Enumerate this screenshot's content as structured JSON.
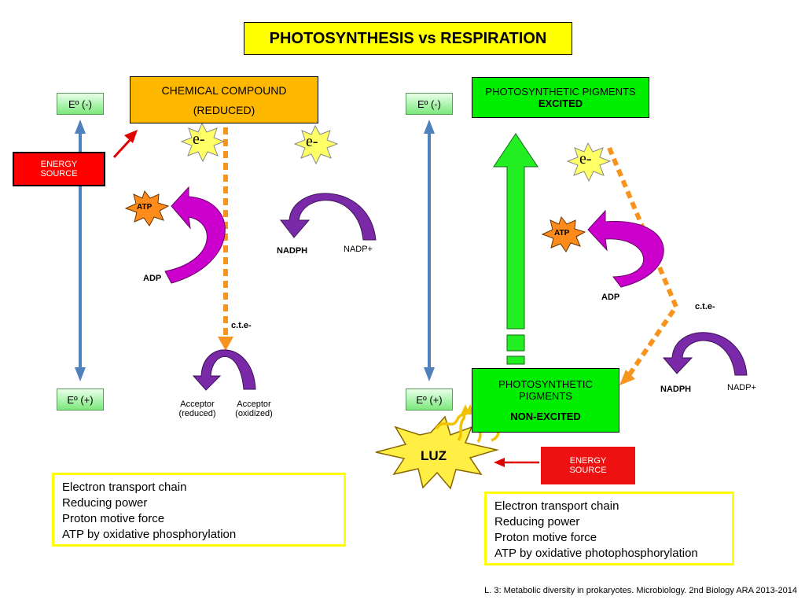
{
  "title": "PHOTOSYNTHESIS vs RESPIRATION",
  "left": {
    "eo_top": "Eº (-)",
    "eo_bottom": "Eº (+)",
    "energy_source_line1": "ENERGY",
    "energy_source_line2": "SOURCE",
    "compound_line1": "CHEMICAL COMPOUND",
    "compound_line2": "(REDUCED)",
    "electron_1": "e-",
    "electron_2": "e-",
    "atp": "ATP",
    "adp": "ADP",
    "nadph": "NADPH",
    "nadp": "NADP+",
    "cte": "c.t.e-",
    "acceptor_reduced_1": "Acceptor",
    "acceptor_reduced_2": "(reduced)",
    "acceptor_oxidized_1": "Acceptor",
    "acceptor_oxidized_2": "(oxidized)",
    "summary": [
      "Electron transport chain",
      "Reducing power",
      "Proton motive force",
      "ATP by oxidative phosphorylation"
    ]
  },
  "right": {
    "eo_top": "Eº (-)",
    "eo_bottom": "Eº (+)",
    "pigments_excited_line1": "PHOTOSYNTHETIC PIGMENTS",
    "pigments_excited_line2": "EXCITED",
    "pigments_nonexcited_line1": "PHOTOSYNTHETIC",
    "pigments_nonexcited_line2": "PIGMENTS",
    "pigments_nonexcited_line3": "NON-EXCITED",
    "electron": "e-",
    "atp": "ATP",
    "adp": "ADP",
    "cte": "c.t.e-",
    "nadph": "NADPH",
    "nadp": "NADP+",
    "luz": "LUZ",
    "energy_source_line1": "ENERGY",
    "energy_source_line2": "SOURCE",
    "summary": [
      "Electron transport chain",
      "Reducing power",
      "Proton motive force",
      "ATP by oxidative photophosphorylation"
    ]
  },
  "footer": "L. 3: Metabolic diversity in prokaryotes.  Microbiology. 2nd Biology ARA  2013-2014",
  "colors": {
    "title_bg": "#ffff00",
    "compound": "#ffb800",
    "pigments": "#00ee00",
    "energy_source": "#ff0000",
    "atp_burst": "#ff8c1a",
    "electron_burst": "#ffff66",
    "magenta_arrow": "#cc00cc",
    "purple_arrow": "#7a2aa8",
    "blue_axis": "#4f81bd",
    "orange_dashed": "#f7941d"
  }
}
